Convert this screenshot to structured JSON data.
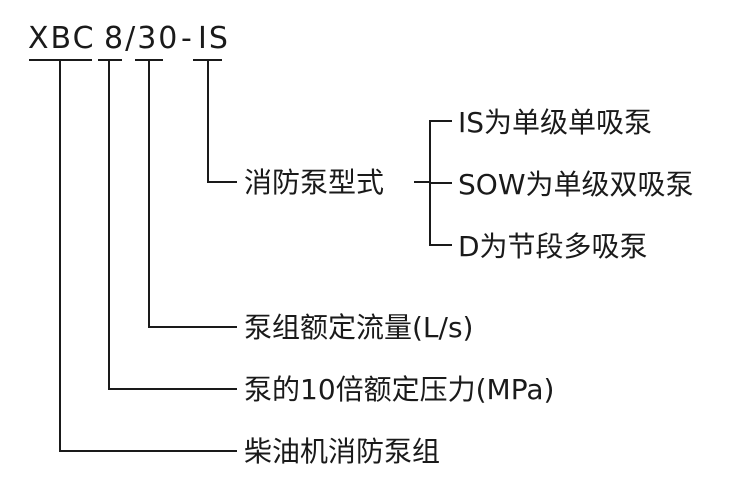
{
  "model_code": {
    "segments": [
      "XBC",
      "8/30",
      "-",
      "IS"
    ]
  },
  "pump_type": {
    "label": "消防泵型式",
    "options": [
      "IS为单级单吸泵",
      "SOW为单级双吸泵",
      "D为节段多吸泵"
    ]
  },
  "flow": {
    "label": "泵组额定流量(L/s)"
  },
  "pressure": {
    "label": "泵的10倍额定压力(MPa)"
  },
  "unit": {
    "label": "柴油机消防泵组"
  }
}
